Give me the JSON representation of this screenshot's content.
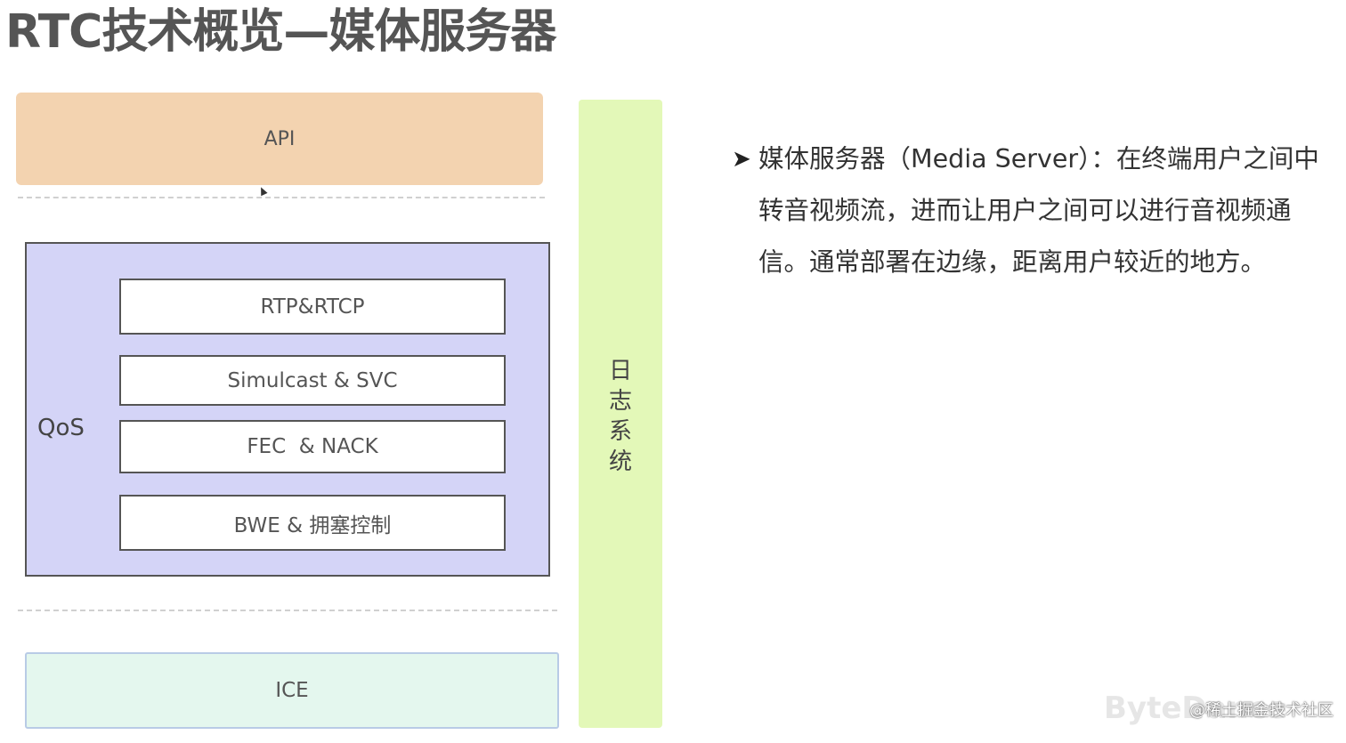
{
  "title": "RTC技术概览—媒体服务器",
  "diagram": {
    "api_label": "API",
    "qos_label": "QoS",
    "qos_items": [
      "RTP&RTCP",
      "Simulcast & SVC",
      "FEC  & NACK",
      "BWE & 拥塞控制"
    ],
    "ice_label": "ICE",
    "log_chars": [
      "日",
      "志",
      "系",
      "统"
    ]
  },
  "bullet": {
    "marker": "➤",
    "text": "媒体服务器（Media Server）：在终端用户之间中转音视频流，进而让用户之间可以进行音视频通信。通常部署在边缘，距离用户较近的地方。"
  },
  "watermark": {
    "text": "@稀土掘金技术社区",
    "background_text": "ByteDance"
  },
  "colors": {
    "api_bg": "#f3d3b0",
    "qos_bg": "#d4d4f7",
    "ice_bg": "#e4f7ee",
    "log_bg": "#e3f8b8"
  }
}
